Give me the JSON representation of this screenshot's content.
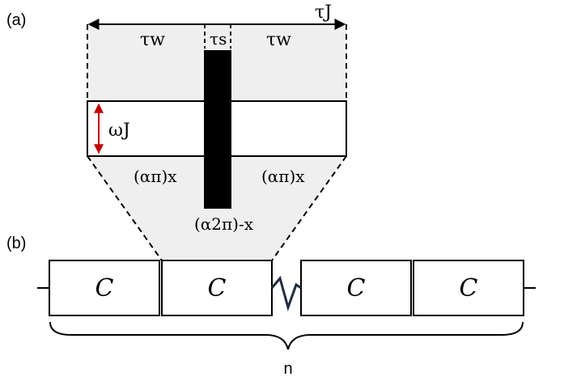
{
  "panel_a": {
    "label": "(a)",
    "tau_J": "τJ",
    "tau_w_left": "τw",
    "tau_s": "τs",
    "tau_w_right": "τw",
    "omega_J": "ωJ",
    "pulse_left": "(απ)x",
    "pulse_right": "(απ)x",
    "pulse_center": "(α2π)-x"
  },
  "panel_b": {
    "label": "(b)",
    "blocks": [
      "C",
      "C",
      "C",
      "C"
    ],
    "repeat_label": "n"
  },
  "colors": {
    "shade": "#efefef",
    "omega_arrow": "#c00000",
    "zigzag": "#1f2d3d",
    "pulse": "#000000"
  }
}
